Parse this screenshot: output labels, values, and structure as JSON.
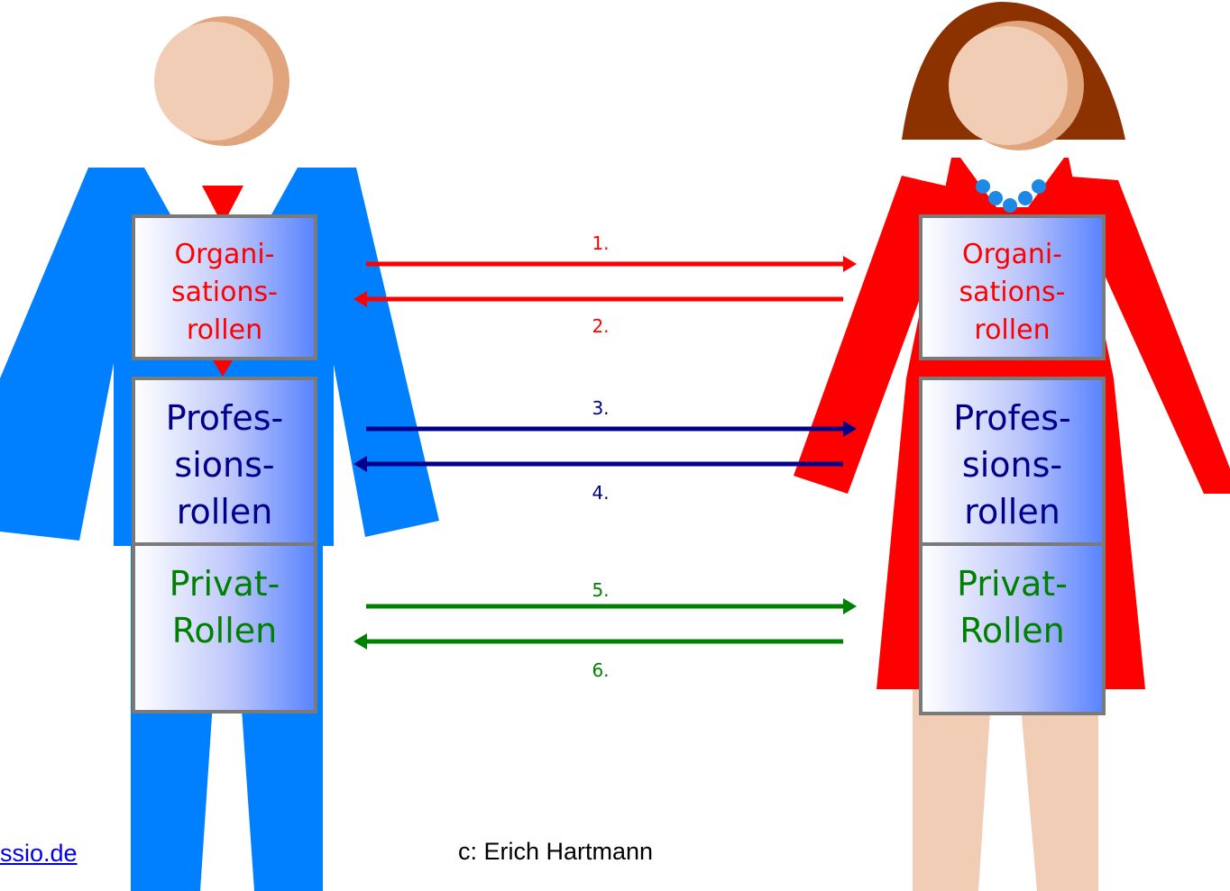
{
  "colors": {
    "man_suit": "#0080ff",
    "woman_dress": "#ff0000",
    "skin": "#f0cdb4",
    "skin_shade": "#e0a57c",
    "hair": "#8b3200",
    "organisation": "#ff0000",
    "profession": "#00008b",
    "private": "#008000",
    "box_border": "#7a7a7a",
    "necklace": "#1e88e5"
  },
  "man": {
    "organisation_lines": [
      "Organi-",
      "sations-",
      "rollen"
    ],
    "profession_lines": [
      "Profes-",
      "sions-",
      "rollen"
    ],
    "private_lines": [
      "Privat-",
      "Rollen"
    ]
  },
  "woman": {
    "organisation_lines": [
      "Organi-",
      "sations-",
      "rollen"
    ],
    "profession_lines": [
      "Profes-",
      "sions-",
      "rollen"
    ],
    "private_lines": [
      "Privat-",
      "Rollen"
    ]
  },
  "arrows": [
    {
      "label": "1.",
      "direction": "right",
      "category": "organisation"
    },
    {
      "label": "2.",
      "direction": "left",
      "category": "organisation"
    },
    {
      "label": "3.",
      "direction": "right",
      "category": "profession"
    },
    {
      "label": "4.",
      "direction": "left",
      "category": "profession"
    },
    {
      "label": "5.",
      "direction": "right",
      "category": "private"
    },
    {
      "label": "6.",
      "direction": "left",
      "category": "private"
    }
  ],
  "footer": {
    "link_text": "ssio.de",
    "credit": "c: Erich Hartmann"
  }
}
